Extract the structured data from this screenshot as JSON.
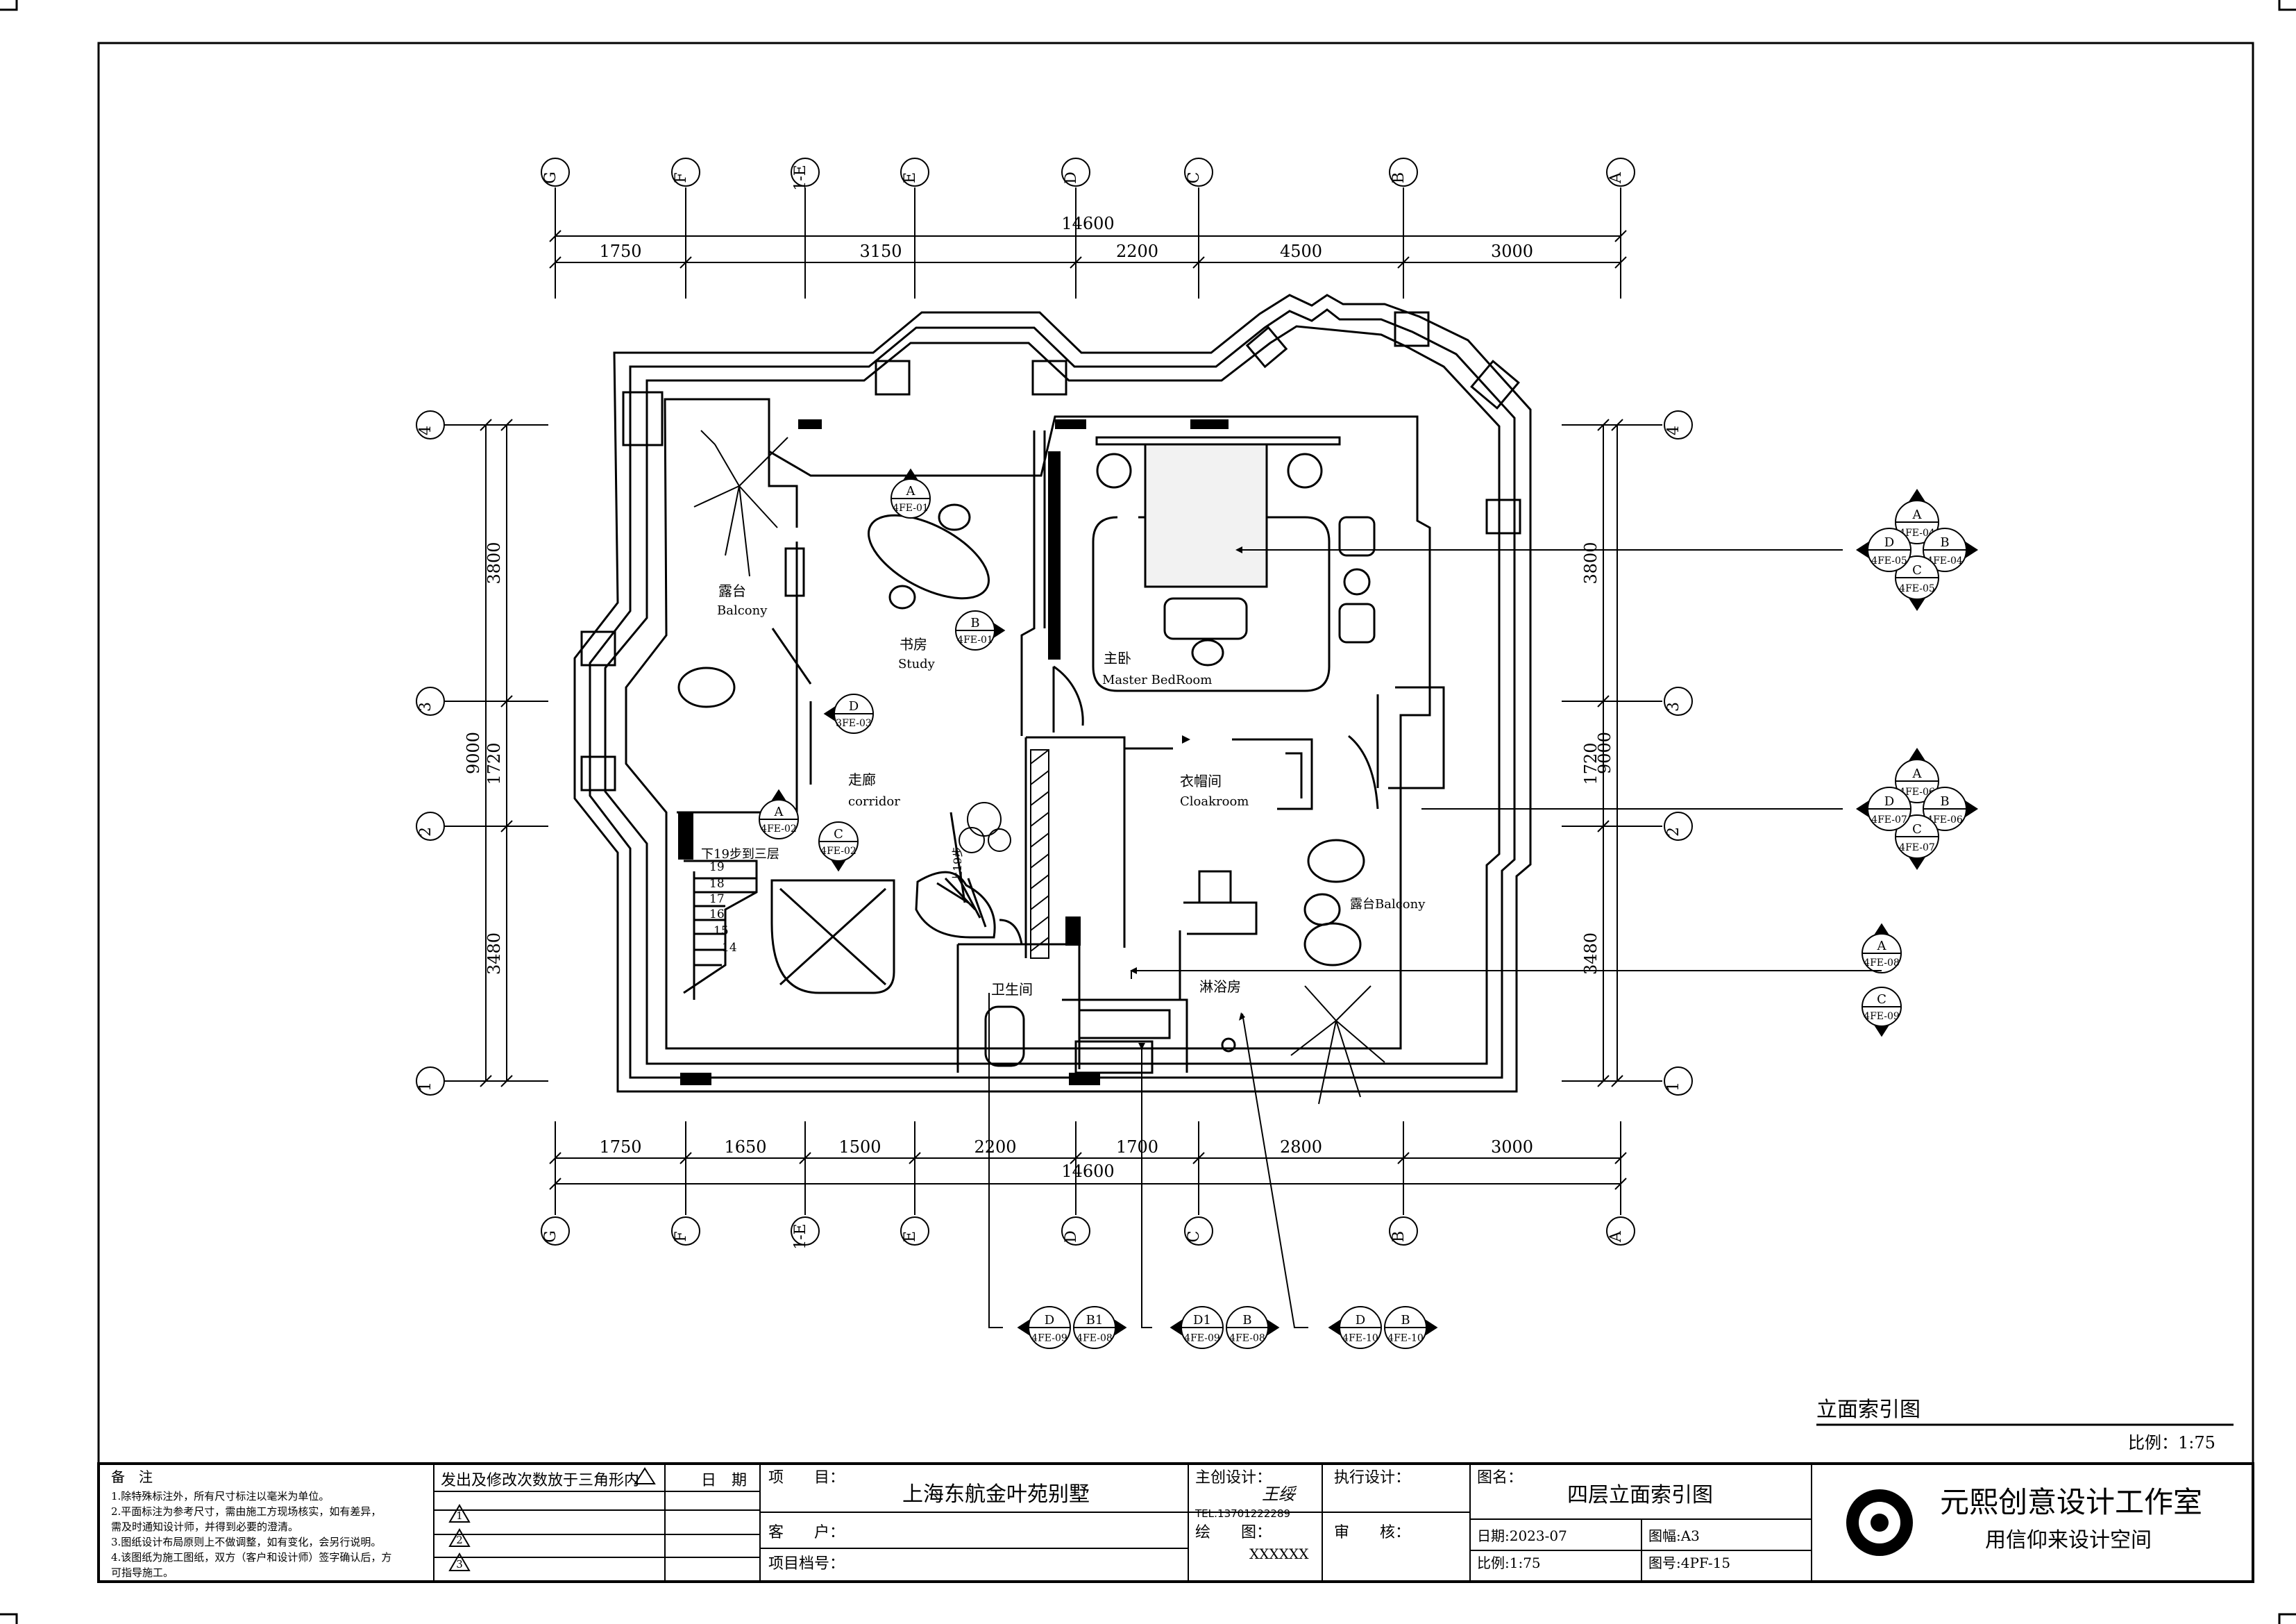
{
  "grid": {
    "columns": [
      "G",
      "F",
      "1-E",
      "E",
      "D",
      "C",
      "B",
      "A"
    ],
    "rows": [
      "4",
      "3",
      "2",
      "1"
    ]
  },
  "dims": {
    "top_total": "14600",
    "top_segments": [
      "1750",
      "3150",
      "2200",
      "4500",
      "3000"
    ],
    "bottom_total": "14600",
    "bottom_segments": [
      "1750",
      "1650",
      "1500",
      "2200",
      "1700",
      "2800",
      "3000"
    ],
    "left_total": "9000",
    "left_segments": [
      "3800",
      "1720",
      "3480"
    ],
    "right_total": "9000",
    "right_segments": [
      "3800",
      "1720",
      "3480"
    ]
  },
  "rooms": {
    "balcony_left_cn": "露台",
    "balcony_left_en": "Balcony",
    "study_cn": "书房",
    "study_en": "Study",
    "master_cn": "主卧",
    "master_en": "Master BedRoom",
    "corridor_cn": "走廊",
    "corridor_en": "corridor",
    "cloak_cn": "衣帽间",
    "cloak_en": "Cloakroom",
    "balcony_right": "露台Balcony",
    "toilet": "卫生间",
    "shower": "淋浴房",
    "stair_note": "下19步到三层",
    "stair_up": "上19步",
    "stair_steps": [
      "19",
      "18",
      "17",
      "16",
      "15",
      "14"
    ]
  },
  "markers": {
    "study_a": {
      "letter": "A",
      "ref": "4FE-01"
    },
    "study_b": {
      "letter": "B",
      "ref": "4FE-01"
    },
    "balcony_d": {
      "letter": "D",
      "ref": "3FE-03"
    },
    "corridor_a": {
      "letter": "A",
      "ref": "4FE-02"
    },
    "corridor_c": {
      "letter": "C",
      "ref": "4FE-02"
    },
    "master": {
      "a": "A",
      "a_ref": "4FE-04",
      "b": "B",
      "b_ref": "4FE-04",
      "c": "C",
      "c_ref": "4FE-05",
      "d": "D",
      "d_ref": "4FE-05"
    },
    "cloak": {
      "a": "A",
      "a_ref": "4FE-06",
      "b": "B",
      "b_ref": "4FE-06",
      "c": "C",
      "c_ref": "4FE-07",
      "d": "D",
      "d_ref": "4FE-07"
    },
    "right_a": {
      "letter": "A",
      "ref": "4FE-08"
    },
    "right_c": {
      "letter": "C",
      "ref": "4FE-09"
    },
    "bottom": [
      {
        "l1": "D",
        "r1": "4FE-09",
        "l2": "B1",
        "r2": "4FE-08"
      },
      {
        "l1": "D1",
        "r1": "4FE-09",
        "l2": "B",
        "r2": "4FE-08"
      },
      {
        "l1": "D",
        "r1": "4FE-10",
        "l2": "B",
        "r2": "4FE-10"
      }
    ]
  },
  "caption": {
    "title": "立面索引图",
    "scale": "比例：1:75"
  },
  "title_block": {
    "notes_title": "备　注",
    "notes": [
      "1.除特殊标注外，所有尺寸标注以毫米为单位。",
      "2.平面标注为参考尺寸，需由施工方现场核实，如有差异，",
      "需及时通知设计师，并得到必要的澄清。",
      "3.图纸设计布局原则上不做调整，如有变化，会另行说明。",
      "4.该图纸为施工图纸，双方（客户和设计师）签字确认后，方",
      "可指导施工。"
    ],
    "revision_title": "发出及修改次数放于三角形内",
    "revision_date": "日　期",
    "revision_nums": [
      "1",
      "2",
      "3"
    ],
    "project_label": "项　　目：",
    "project_value": "上海东航金叶苑别墅",
    "client_label": "客　　户：",
    "archive_label": "项目档号：",
    "chief_label": "主创设计：",
    "phone": "TEL:13701222289",
    "signature": "王绥",
    "draw_label": "绘　　图：",
    "draw_value": "XXXXXX",
    "exec_label": "执行设计：",
    "review_label": "审　　核：",
    "name_label": "图名：",
    "name_value": "四层立面索引图",
    "date": "日期:2023-07",
    "size": "图幅:A3",
    "scale": "比例:1:75",
    "number": "图号:4PF-15",
    "company": "元熙创意设计工作室",
    "company_sub": "用信仰来设计空间"
  }
}
